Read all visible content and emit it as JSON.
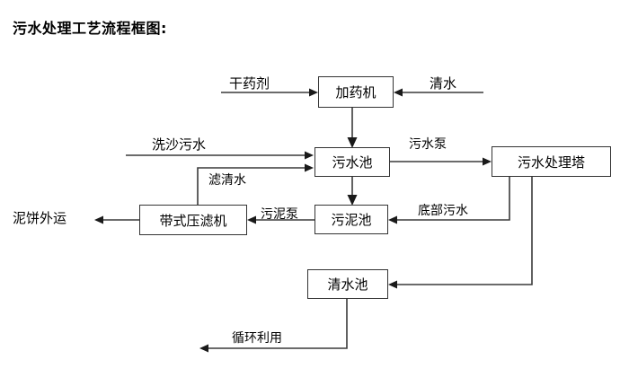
{
  "title": "污水处理工艺流程框图:",
  "diagram": {
    "type": "flowchart",
    "nodes": [
      {
        "id": "dosing_machine",
        "label": "加药机"
      },
      {
        "id": "wastewater_pool",
        "label": "污水池"
      },
      {
        "id": "treatment_tower",
        "label": "污水处理塔"
      },
      {
        "id": "belt_filter_press",
        "label": "带式压滤机"
      },
      {
        "id": "sludge_pool",
        "label": "污泥池"
      },
      {
        "id": "clean_water_pool",
        "label": "清水池"
      }
    ],
    "terminals": [
      {
        "id": "dry_agent",
        "label": "干药剂"
      },
      {
        "id": "clean_water_in",
        "label": "清水"
      },
      {
        "id": "sand_wash_wastewater",
        "label": "洗沙污水"
      },
      {
        "id": "mud_cake_out",
        "label": "泥饼外运"
      }
    ],
    "edge_labels": [
      {
        "id": "wastewater_pump",
        "label": "污水泵"
      },
      {
        "id": "filtrate_water",
        "label": "滤清水"
      },
      {
        "id": "sludge_pump",
        "label": "污泥泵"
      },
      {
        "id": "bottom_wastewater",
        "label": "底部污水"
      },
      {
        "id": "recycle_reuse",
        "label": "循环利用"
      }
    ],
    "colors": {
      "box_border": "#333333",
      "line": "#3a3a3a",
      "text": "#000000",
      "background": "#ffffff"
    }
  }
}
